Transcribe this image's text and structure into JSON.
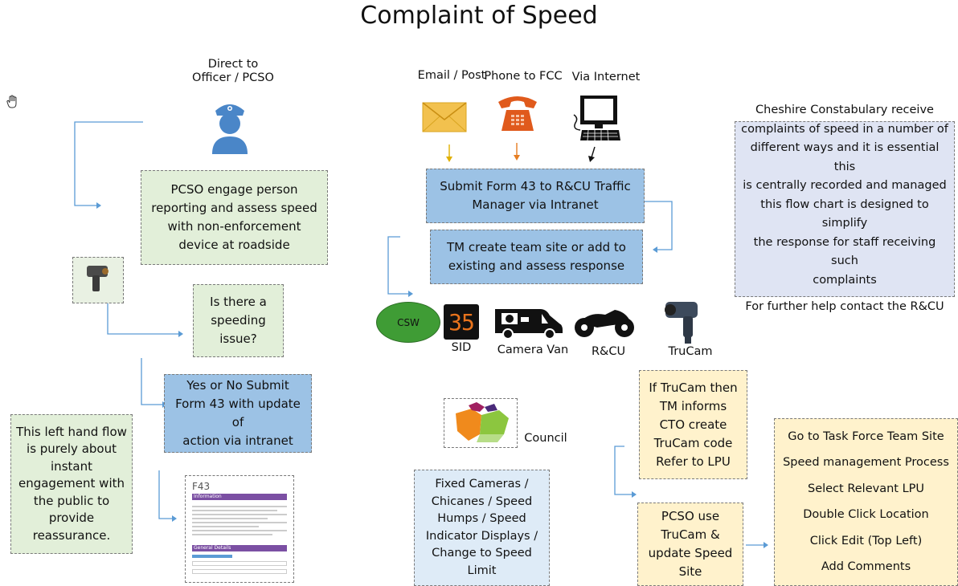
{
  "title": "Complaint of Speed",
  "channels": {
    "direct": [
      "Direct to",
      "Officer / PCSO"
    ],
    "email": "Email / Post",
    "phone": "Phone to FCC",
    "internet": "Via Internet"
  },
  "pcso_box": [
    "PCSO engage person",
    "reporting and assess speed",
    "with non-enforcement",
    "device at roadside"
  ],
  "speeding_box": [
    "Is there a",
    "speeding",
    "issue?"
  ],
  "yesno_box": [
    "Yes or No   Submit",
    "Form 43 with update of",
    "action via intranet"
  ],
  "left_note": [
    "This left hand flow",
    "is purely about",
    "instant",
    "engagement with",
    "the public to",
    "provide",
    "reassurance."
  ],
  "submit_box": [
    "Submit Form 43 to R&CU Traffic",
    "Manager via Intranet"
  ],
  "tm_box": [
    "TM create team site or add to",
    "existing and assess response"
  ],
  "options": {
    "csw": "CSW",
    "sid": "SID",
    "sid_display": "35",
    "camera_van": "Camera Van",
    "rcu": "R&CU",
    "trucam": "TruCam"
  },
  "info_box": {
    "lines": [
      "Cheshire Constabulary receive",
      "complaints of speed in a number of",
      "different ways and it is essential this",
      "is centrally recorded and managed",
      "this flow chart is designed to simplify",
      "the response for staff receiving such",
      "complaints"
    ],
    "help": "For further help contact the R&CU"
  },
  "council": "Council",
  "fixed_box": [
    "Fixed Cameras /",
    "Chicanes / Speed",
    "Humps / Speed",
    "Indicator Displays /",
    "Change to Speed",
    "Limit"
  ],
  "trucam_box": [
    "If TruCam then",
    "TM informs",
    "CTO create",
    "TruCam code",
    "Refer to LPU"
  ],
  "pcso_trucam_box": [
    "PCSO use",
    "TruCam &",
    "update Speed",
    "Site"
  ],
  "steps_box": [
    "Go to Task Force Team Site",
    "Speed management Process",
    "Select Relevant LPU",
    "Double Click Location",
    "Click Edit (Top Left)",
    "Add Comments"
  ],
  "form_thumb": {
    "heading": "F43",
    "bar": "Information",
    "section": "General Details"
  },
  "colors": {
    "green": "#e2efd9",
    "blue": "#9cc2e5",
    "lavender": "#dfe4f3",
    "yellow": "#fff2cc",
    "line": "#5b9bd5"
  }
}
